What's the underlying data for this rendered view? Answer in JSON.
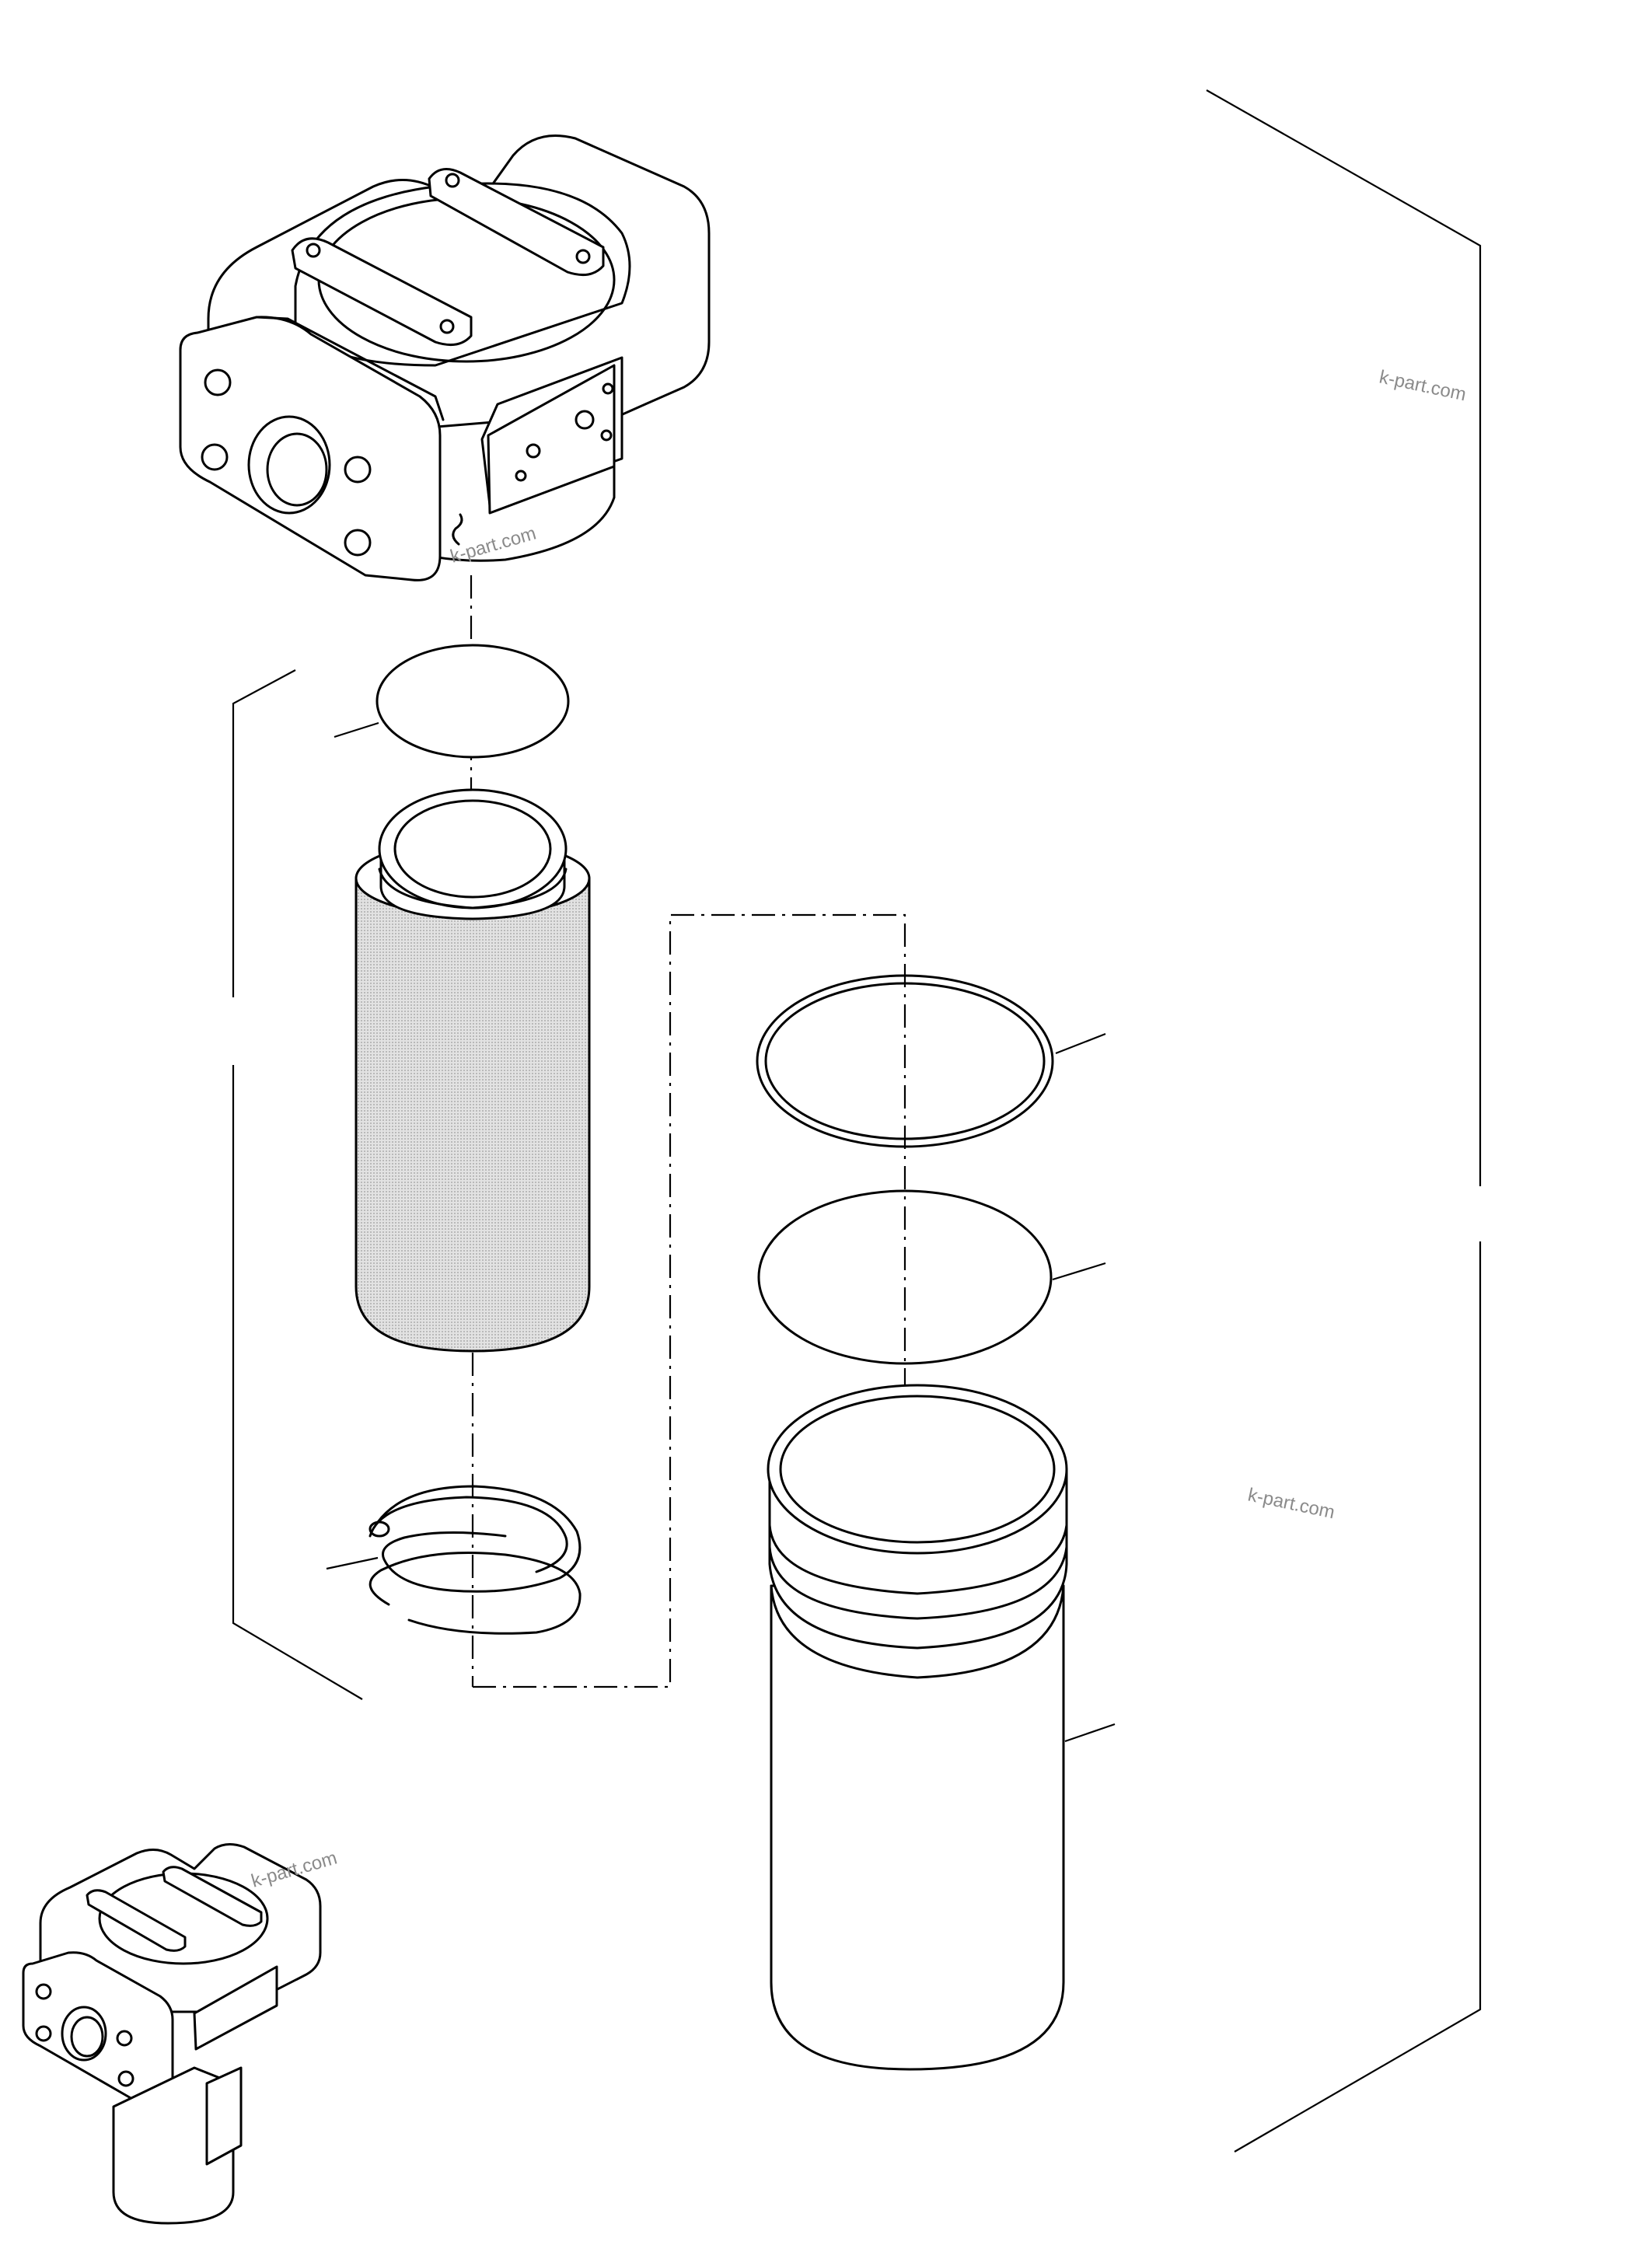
{
  "watermarks": [
    {
      "text": "k-part.com"
    },
    {
      "text": "k-part.com"
    },
    {
      "text": "k-part.com"
    },
    {
      "text": "k-part.com"
    }
  ],
  "colors": {
    "line": "#000000",
    "background": "#ffffff",
    "watermark": "#8a8a8a",
    "filter_mesh": "#d4d4d4"
  }
}
